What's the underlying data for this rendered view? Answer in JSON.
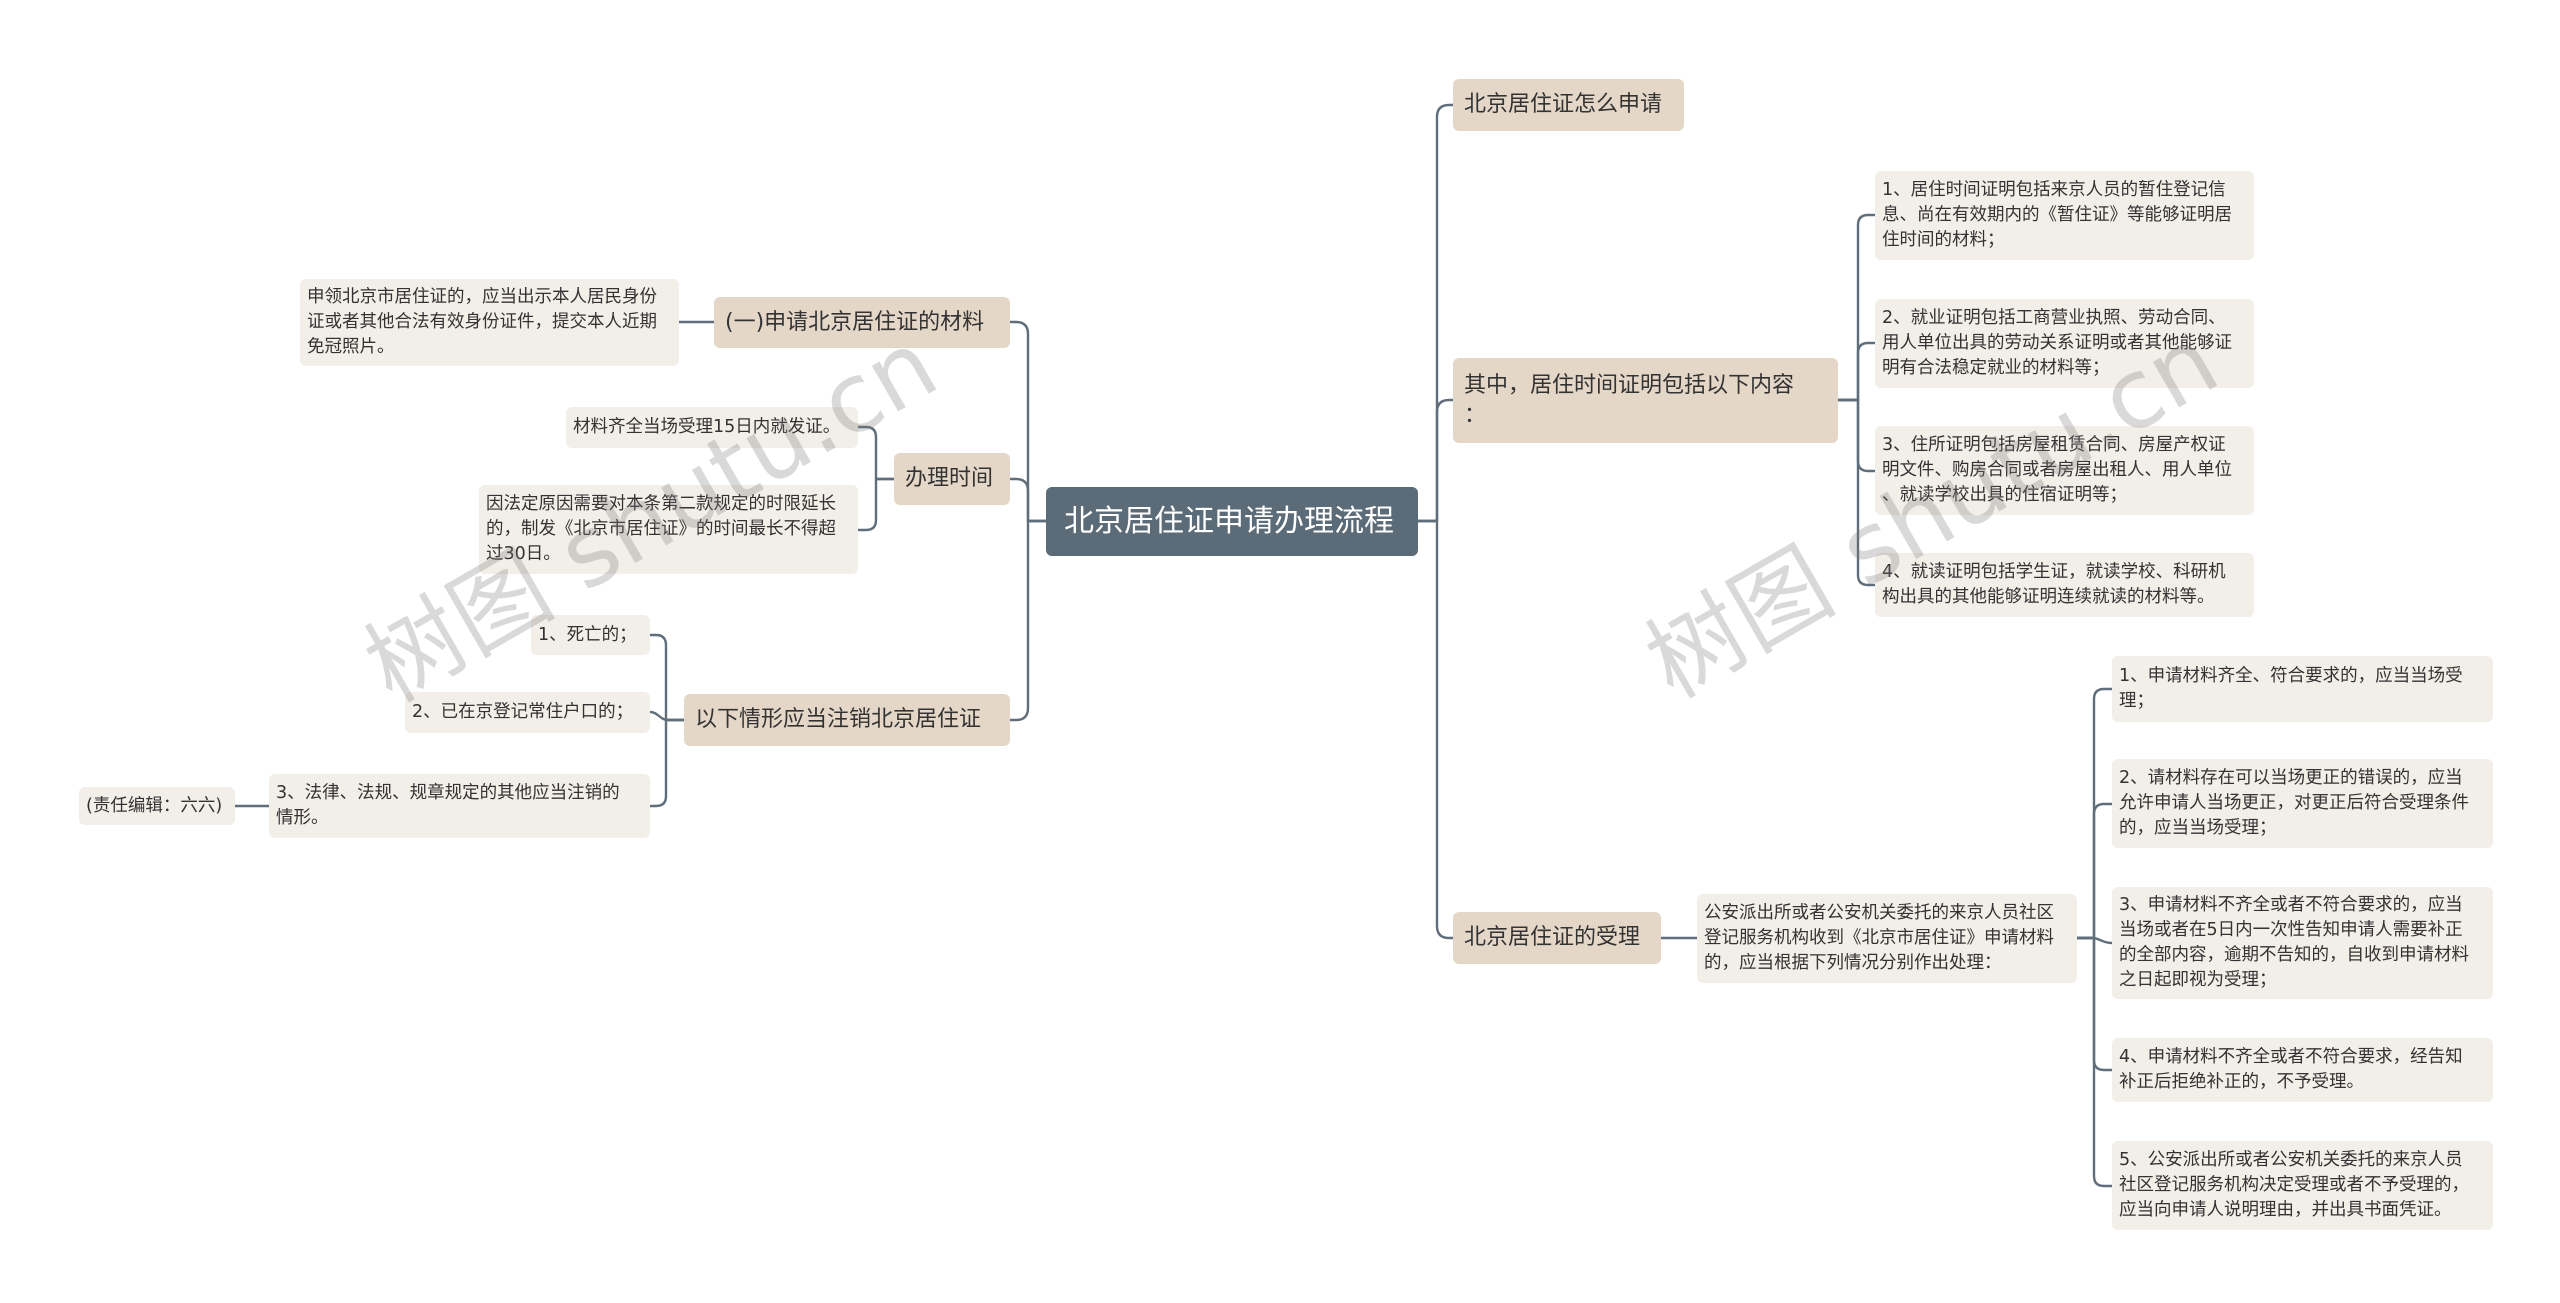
{
  "mindmap": {
    "root": "北京居住证申请办理流程",
    "right": [
      {
        "text": [
          "北京居住证怎么申请"
        ]
      },
      {
        "text": [
          "其中，居住时间证明包括以下内容",
          "："
        ],
        "children": [
          {
            "text": [
              "1、居住时间证明包括来京人员的暂住登记信",
              "息、尚在有效期内的《暂住证》等能够证明居",
              "住时间的材料；"
            ]
          },
          {
            "text": [
              "2、就业证明包括工商营业执照、劳动合同、",
              "用人单位出具的劳动关系证明或者其他能够证",
              "明有合法稳定就业的材料等；"
            ]
          },
          {
            "text": [
              "3、住所证明包括房屋租赁合同、房屋产权证",
              "明文件、购房合同或者房屋出租人、用人单位",
              "、就读学校出具的住宿证明等；"
            ]
          },
          {
            "text": [
              "4、就读证明包括学生证，就读学校、科研机",
              "构出具的其他能够证明连续就读的材料等。"
            ]
          }
        ]
      },
      {
        "text": [
          "北京居住证的受理"
        ],
        "children": [
          {
            "text": [
              "公安派出所或者公安机关委托的来京人员社区",
              "登记服务机构收到《北京市居住证》申请材料",
              "的，应当根据下列情况分别作出处理："
            ],
            "children": [
              {
                "text": [
                  "1、申请材料齐全、符合要求的，应当当场受",
                  "理；"
                ]
              },
              {
                "text": [
                  "2、请材料存在可以当场更正的错误的，应当",
                  "允许申请人当场更正，对更正后符合受理条件",
                  "的，应当当场受理；"
                ]
              },
              {
                "text": [
                  "3、申请材料不齐全或者不符合要求的，应当",
                  "当场或者在5日内一次性告知申请人需要补正",
                  "的全部内容，逾期不告知的，自收到申请材料",
                  "之日起即视为受理；"
                ]
              },
              {
                "text": [
                  "4、申请材料不齐全或者不符合要求，经告知",
                  "补正后拒绝补正的，不予受理。"
                ]
              },
              {
                "text": [
                  "5、公安派出所或者公安机关委托的来京人员",
                  "社区登记服务机构决定受理或者不予受理的，",
                  "应当向申请人说明理由，并出具书面凭证。"
                ]
              }
            ]
          }
        ]
      }
    ],
    "left": [
      {
        "text": [
          "(一)申请北京居住证的材料"
        ],
        "children": [
          {
            "text": [
              "申领北京市居住证的，应当出示本人居民身份",
              "证或者其他合法有效身份证件，提交本人近期",
              "免冠照片。"
            ]
          }
        ]
      },
      {
        "text": [
          "办理时间"
        ],
        "children": [
          {
            "text": [
              "材料齐全当场受理15日内就发证。"
            ]
          },
          {
            "text": [
              "因法定原因需要对本条第二款规定的时限延长",
              "的，制发《北京市居住证》的时间最长不得超",
              "过30日。"
            ]
          }
        ]
      },
      {
        "text": [
          "以下情形应当注销北京居住证"
        ],
        "children": [
          {
            "text": [
              "1、死亡的；"
            ]
          },
          {
            "text": [
              "2、已在京登记常住户口的；"
            ]
          },
          {
            "text": [
              "3、法律、法规、规章规定的其他应当注销的",
              "情形。"
            ],
            "children": [
              {
                "text": [
                  "(责任编辑：六六)"
                ]
              }
            ]
          }
        ]
      }
    ]
  },
  "watermark": "树图 shutu.cn",
  "colors": {
    "root_bg": "#5b6b77",
    "root_text": "#ffffff",
    "branch_bg": "#e4d7c8",
    "leaf_bg": "#f2eee8",
    "node_text": "#333333",
    "line": "#5f6e7a",
    "watermark": "#7a7a7a"
  }
}
